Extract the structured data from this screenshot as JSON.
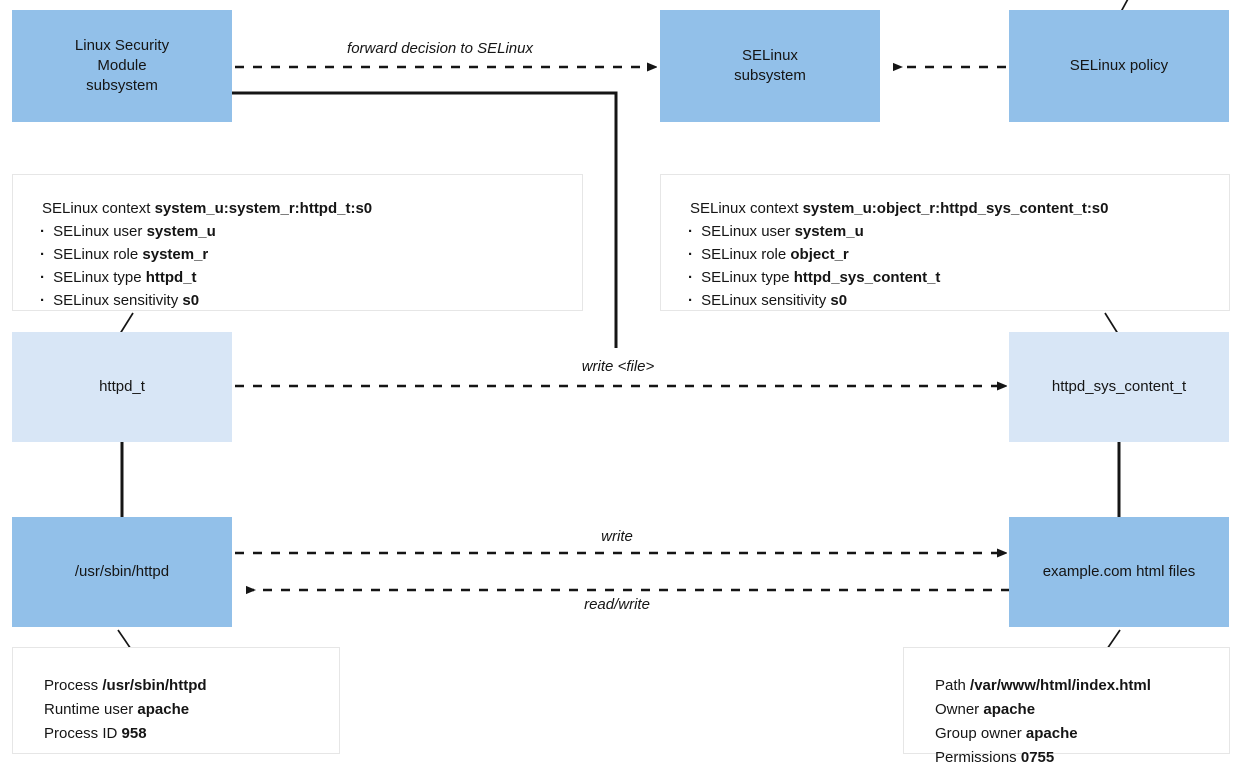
{
  "palette": {
    "box_dark": "#92c0e9",
    "box_light": "#d8e6f6",
    "info_border": "#e6e6e6",
    "line": "#151515",
    "text": "#151515",
    "background": "#ffffff"
  },
  "nodes": {
    "lsm": {
      "label": "Linux Security\nModule\nsubsystem"
    },
    "selinux_subsystem": {
      "label": "SELinux\nsubsystem"
    },
    "selinux_policy": {
      "label": "SELinux policy"
    },
    "httpd_t": {
      "label": "httpd_t"
    },
    "httpd_sys_content_t": {
      "label": "httpd_sys_content_t"
    },
    "httpd_binary": {
      "label": "/usr/sbin/httpd"
    },
    "html_files": {
      "label": "example.com html files"
    }
  },
  "edges": {
    "forward_decision": {
      "label": "forward decision to SELinux"
    },
    "write_file": {
      "label": "write <file>"
    },
    "write": {
      "label": "write"
    },
    "read_write": {
      "label": "read/write"
    }
  },
  "process_context": {
    "title_prefix": "SELinux context ",
    "title_value": "system_u:system_r:httpd_t:s0",
    "items": [
      {
        "label": "SELinux user ",
        "value": "system_u"
      },
      {
        "label": "SELinux role ",
        "value": "system_r"
      },
      {
        "label": "SELinux type ",
        "value": "httpd_t"
      },
      {
        "label": "SELinux sensitivity ",
        "value": "s0"
      }
    ]
  },
  "file_context": {
    "title_prefix": "SELinux context ",
    "title_value": "system_u:object_r:httpd_sys_content_t:s0",
    "items": [
      {
        "label": "SELinux user ",
        "value": "system_u"
      },
      {
        "label": "SELinux role ",
        "value": "object_r"
      },
      {
        "label": "SELinux type ",
        "value": "httpd_sys_content_t"
      },
      {
        "label": "SELinux sensitivity ",
        "value": "s0"
      }
    ]
  },
  "process_details": {
    "items": [
      {
        "label": "Process ",
        "value": "/usr/sbin/httpd"
      },
      {
        "label": "Runtime user ",
        "value": "apache"
      },
      {
        "label": "Process ID ",
        "value": "958"
      }
    ]
  },
  "file_details": {
    "items": [
      {
        "label": "Path ",
        "value": "/var/www/html/index.html"
      },
      {
        "label": "Owner ",
        "value": "apache"
      },
      {
        "label": "Group owner ",
        "value": "apache"
      },
      {
        "label": "Permissions ",
        "value": "0755"
      }
    ]
  }
}
